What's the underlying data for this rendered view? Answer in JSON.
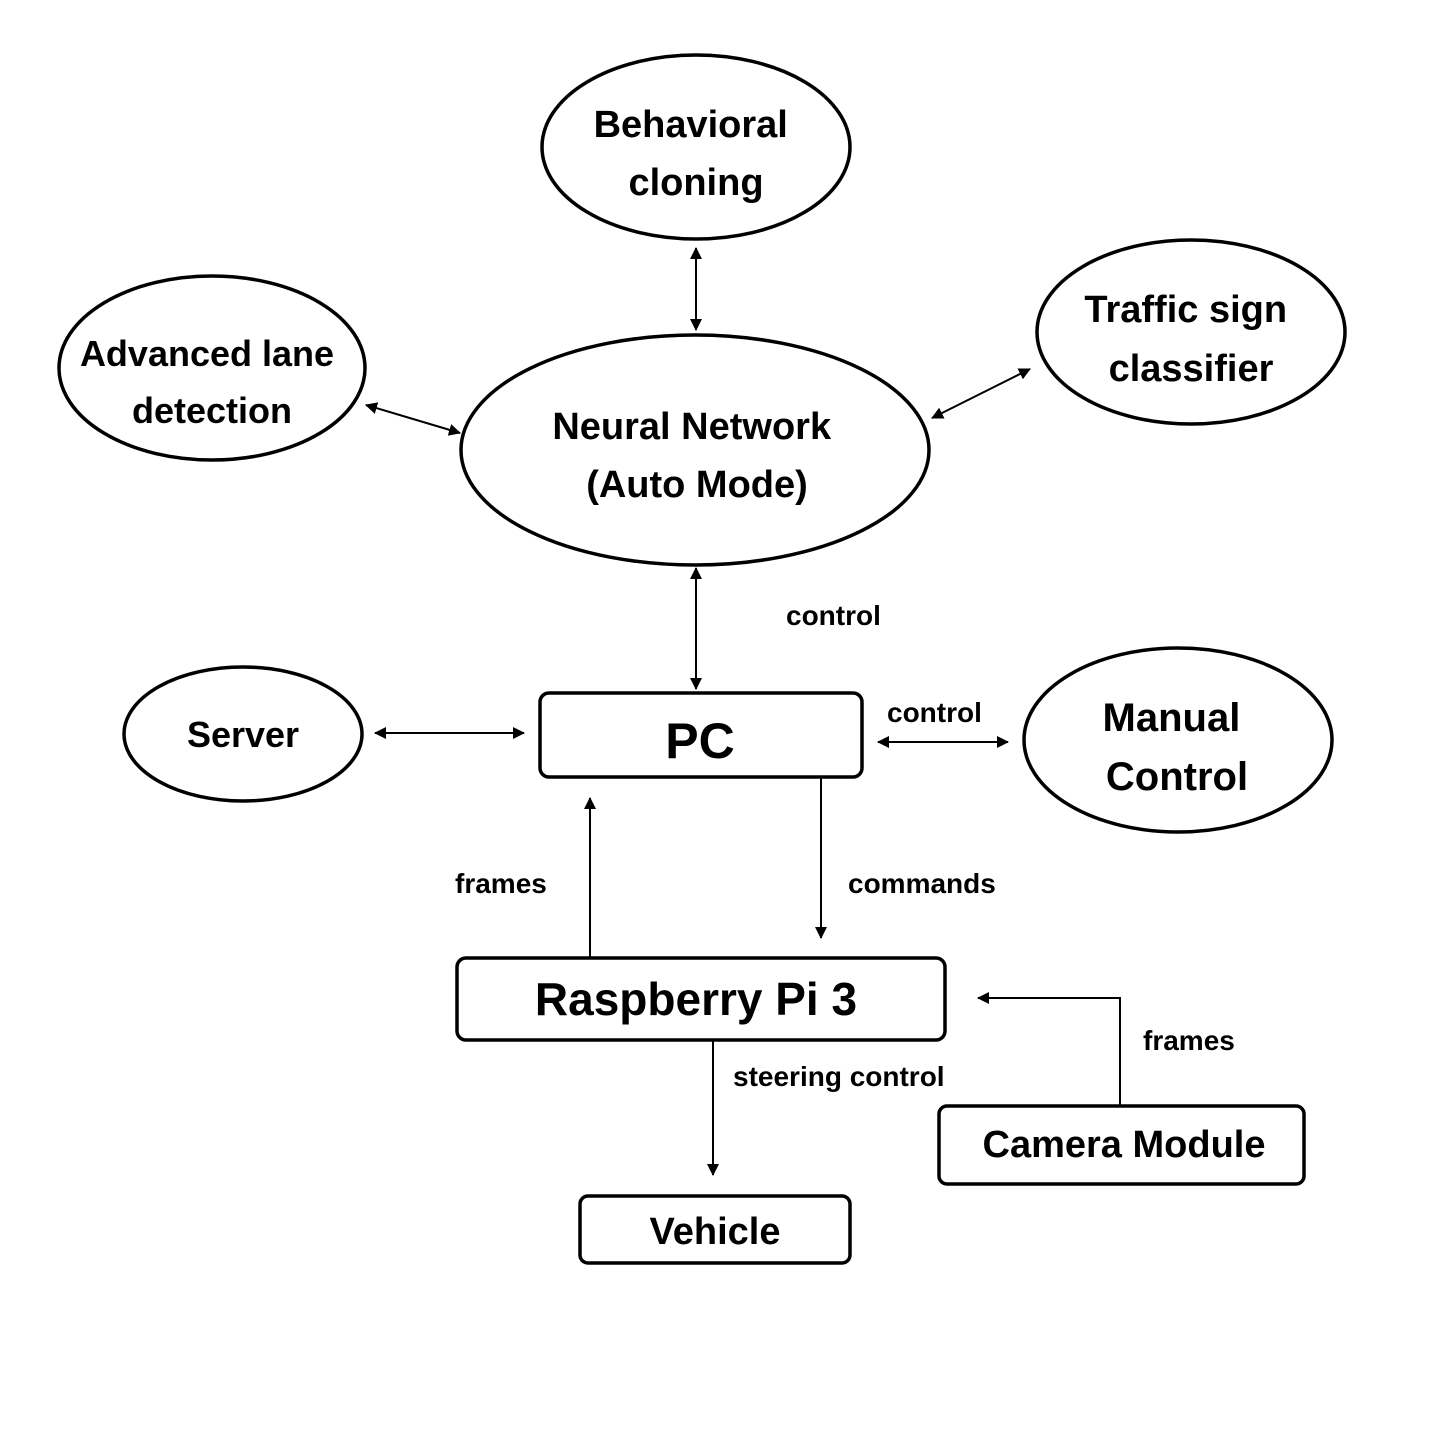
{
  "diagram": {
    "nodes": {
      "behavioral_cloning": {
        "line1": "Behavioral",
        "line2": "cloning"
      },
      "advanced_lane_detection": {
        "line1": "Advanced lane",
        "line2": "detection"
      },
      "neural_network": {
        "line1": "Neural Network",
        "line2": "(Auto Mode)"
      },
      "traffic_sign_classifier": {
        "line1": "Traffic sign",
        "line2": "classifier"
      },
      "server": {
        "label": "Server"
      },
      "pc": {
        "label": "PC"
      },
      "manual_control": {
        "line1": "Manual",
        "line2": "Control"
      },
      "raspberry_pi": {
        "label": "Raspberry Pi 3"
      },
      "camera_module": {
        "label": "Camera Module"
      },
      "vehicle": {
        "label": "Vehicle"
      }
    },
    "edge_labels": {
      "nn_pc": "control",
      "pc_manual": "control",
      "pi_to_pc": "frames",
      "pc_to_pi": "commands",
      "camera_to_pi": "frames",
      "pi_to_vehicle": "steering control"
    }
  }
}
